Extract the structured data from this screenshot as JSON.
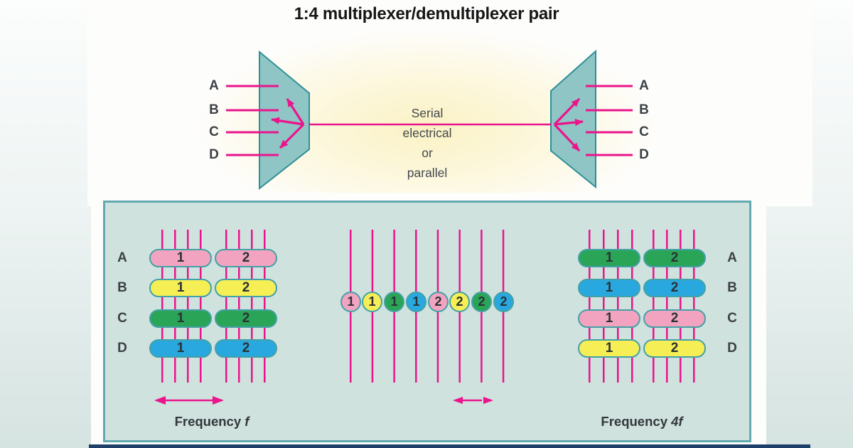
{
  "title": "1:4 multiplexer/demultiplexer pair",
  "mux_diagram": {
    "left_inputs": [
      "A",
      "B",
      "C",
      "D"
    ],
    "right_outputs": [
      "A",
      "B",
      "C",
      "D"
    ],
    "link_label_line1": "Serial",
    "link_label_line2": "electrical",
    "link_label_line3": "or",
    "link_label_line4": "parallel"
  },
  "timing_panel": {
    "left_group": {
      "rows": [
        {
          "label": "A",
          "color": "pink",
          "slot1": "1",
          "slot2": "2"
        },
        {
          "label": "B",
          "color": "yellow",
          "slot1": "1",
          "slot2": "2"
        },
        {
          "label": "C",
          "color": "green",
          "slot1": "1",
          "slot2": "2"
        },
        {
          "label": "D",
          "color": "blue",
          "slot1": "1",
          "slot2": "2"
        }
      ],
      "frequency_label": "Frequency ",
      "frequency_symbol": "f"
    },
    "serial_stream": {
      "bits": [
        {
          "label": "1",
          "color": "pink"
        },
        {
          "label": "1",
          "color": "yellow"
        },
        {
          "label": "1",
          "color": "green"
        },
        {
          "label": "1",
          "color": "blue"
        },
        {
          "label": "2",
          "color": "pink"
        },
        {
          "label": "2",
          "color": "yellow"
        },
        {
          "label": "2",
          "color": "green"
        },
        {
          "label": "2",
          "color": "blue"
        }
      ]
    },
    "right_group": {
      "rows": [
        {
          "label": "A",
          "color": "green",
          "slot1": "1",
          "slot2": "2"
        },
        {
          "label": "B",
          "color": "blue",
          "slot1": "1",
          "slot2": "2"
        },
        {
          "label": "C",
          "color": "pink",
          "slot1": "1",
          "slot2": "2"
        },
        {
          "label": "D",
          "color": "yellow",
          "slot1": "1",
          "slot2": "2"
        }
      ],
      "frequency_label": "Frequency ",
      "frequency_symbol": "4f"
    }
  },
  "colors": {
    "magenta": "#ea148c",
    "trapezoid_fill": "#8fc6c5",
    "trapezoid_border": "#2f8f96",
    "panel_bg": "#cfe2de",
    "panel_border": "#62aab2",
    "pink": "#f2a3c0",
    "yellow": "#f6ee55",
    "green": "#2aa558",
    "blue": "#29a8e0",
    "navy": "#1d3f69"
  }
}
